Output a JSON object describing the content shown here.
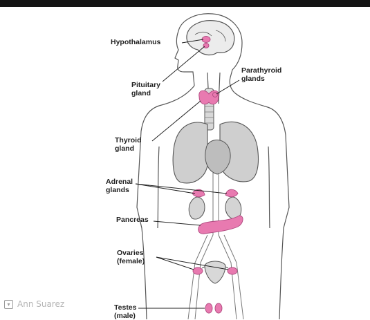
{
  "labels": {
    "hypothalamus": "Hypothalamus",
    "pituitary": "Pituitary\ngland",
    "parathyroid": "Parathyroid\nglands",
    "thyroid": "Thyroid\ngland",
    "adrenal": "Adrenal\nglands",
    "pancreas": "Pancreas",
    "ovaries": "Ovaries\n(female)",
    "testes": "Testes\n(male)"
  },
  "watermark": {
    "author": "Ann Suarez",
    "icon": "image-frame-icon"
  },
  "colors": {
    "gland": "#e87ab0",
    "organ": "#cfcfcf",
    "outline": "#555555",
    "leader": "#222222"
  }
}
